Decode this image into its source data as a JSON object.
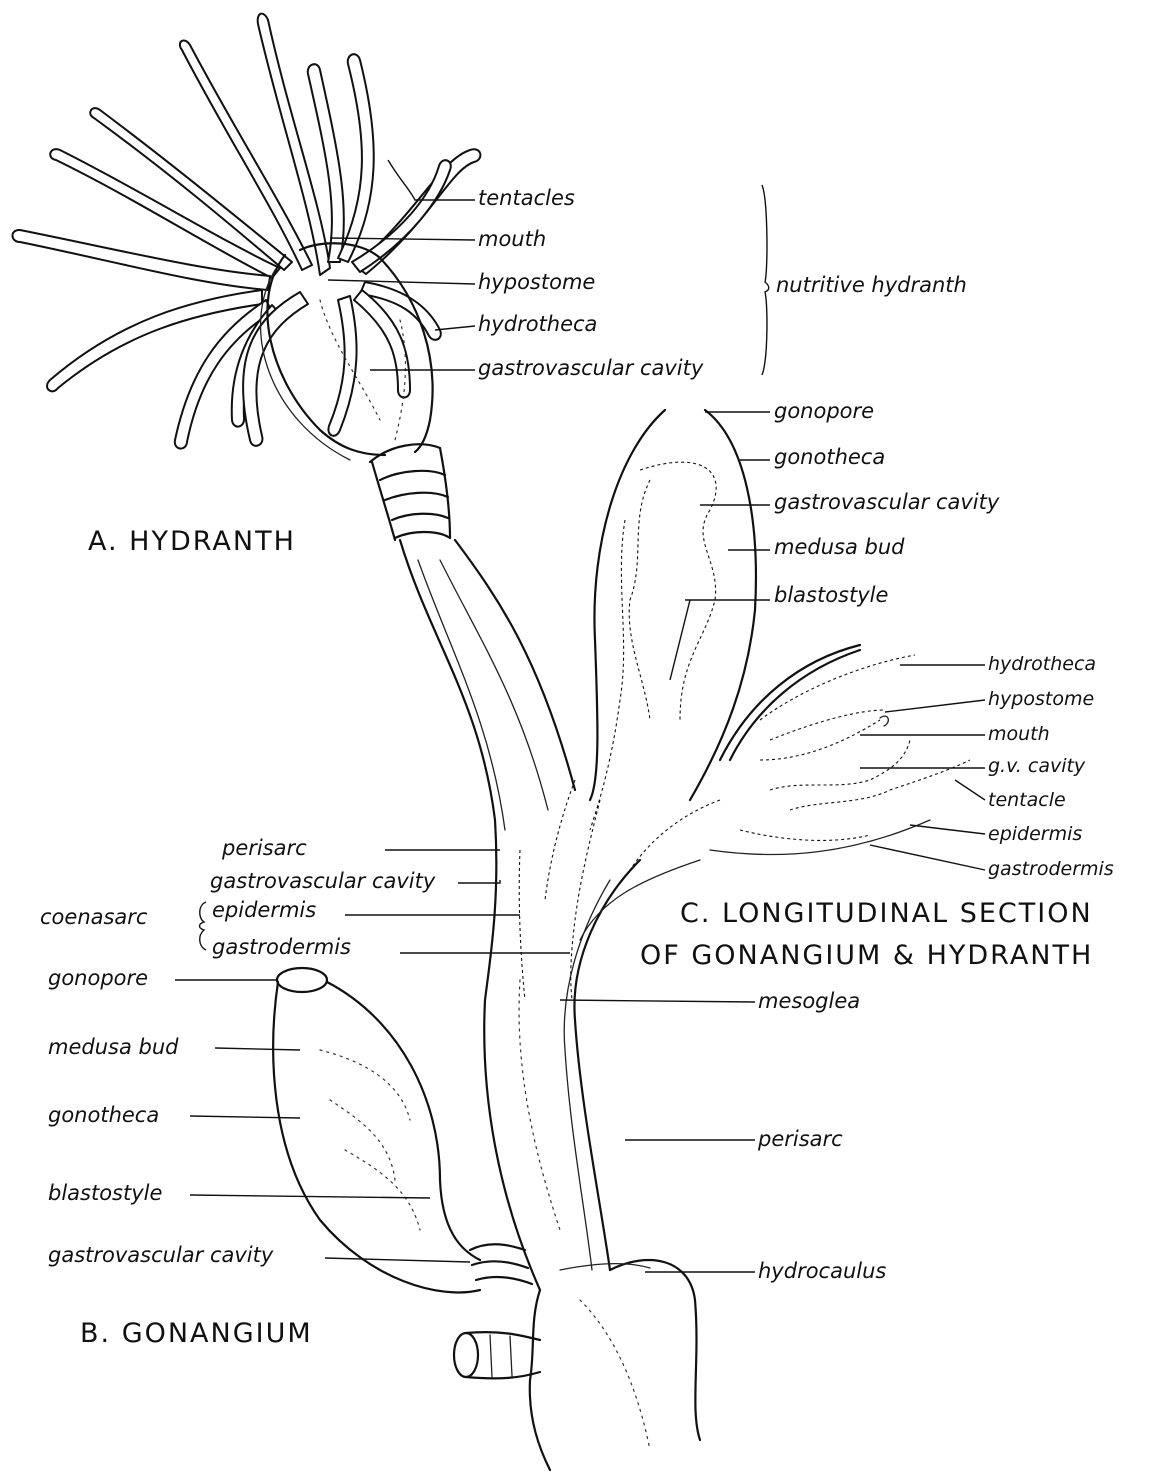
{
  "sections": {
    "a": "A. HYDRANTH",
    "b": "B. GONANGIUM",
    "c_line1": "C. LONGITUDINAL SECTION",
    "c_line2": "OF GONANGIUM & HYDRANTH"
  },
  "hydranth": {
    "tentacles": "tentacles",
    "mouth": "mouth",
    "hypostome": "hypostome",
    "hydrotheca": "hydrotheca",
    "gv_cavity": "gastrovascular cavity",
    "group": "nutritive hydranth"
  },
  "gonangium_section": {
    "gonopore": "gonopore",
    "gonotheca": "gonotheca",
    "gv_cavity": "gastrovascular cavity",
    "medusa_bud": "medusa bud",
    "blastostyle": "blastostyle"
  },
  "hydranth_section": {
    "hydrotheca": "hydrotheca",
    "hypostome": "hypostome",
    "mouth": "mouth",
    "gv_cavity": "g.v. cavity",
    "tentacle": "tentacle",
    "epidermis": "epidermis",
    "gastrodermis": "gastrodermis"
  },
  "stem": {
    "perisarc": "perisarc",
    "gv_cavity": "gastrovascular cavity",
    "coenosarc": "coenasarc",
    "epidermis": "epidermis",
    "gastrodermis": "gastrodermis",
    "mesoglea": "mesoglea",
    "perisarc2": "perisarc",
    "hydrocaulus": "hydrocaulus"
  },
  "gonangium": {
    "gonopore": "gonopore",
    "medusa_bud": "medusa bud",
    "gonotheca": "gonotheca",
    "blastostyle": "blastostyle",
    "gv_cavity": "gastrovascular cavity"
  }
}
